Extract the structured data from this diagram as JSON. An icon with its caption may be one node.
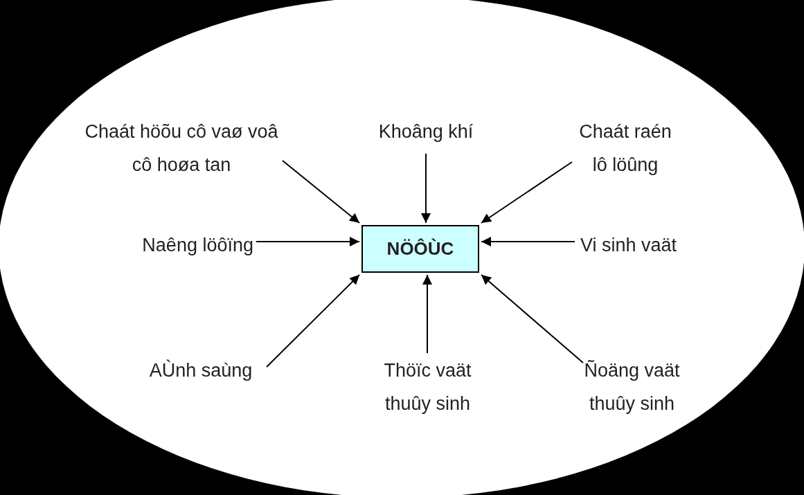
{
  "diagram": {
    "nodes": [
      {
        "text": [
          "NÖÔÙC"
        ]
      },
      {
        "text": [
          "Chaát höõu cô vaø voâ cô hoøa tan"
        ]
      },
      {
        "text": [
          "Khoâng khí"
        ]
      },
      {
        "text": [
          "Chaát raén lô löûng"
        ]
      },
      {
        "text": [
          "Naêng löôïng"
        ]
      },
      {
        "text": [
          "Vi sinh vaät"
        ]
      },
      {
        "text": [
          "AÙnh saùng"
        ]
      },
      {
        "text": [
          "Thöïc vaät thuûy sinh"
        ]
      },
      {
        "text": [
          "Ñoäng vaät thuûy sinh"
        ]
      }
    ],
    "edges": [
      {
        "from": 1,
        "to": 0,
        "arrow": "to"
      },
      {
        "from": 2,
        "to": 0,
        "arrow": "to"
      },
      {
        "from": 3,
        "to": 0,
        "arrow": "to"
      },
      {
        "from": 4,
        "to": 0,
        "arrow": "to"
      },
      {
        "from": 5,
        "to": 0,
        "arrow": "to"
      },
      {
        "from": 6,
        "to": 0,
        "arrow": "to"
      },
      {
        "from": 7,
        "to": 0,
        "arrow": "to"
      },
      {
        "from": 8,
        "to": 0,
        "arrow": "to"
      }
    ]
  }
}
